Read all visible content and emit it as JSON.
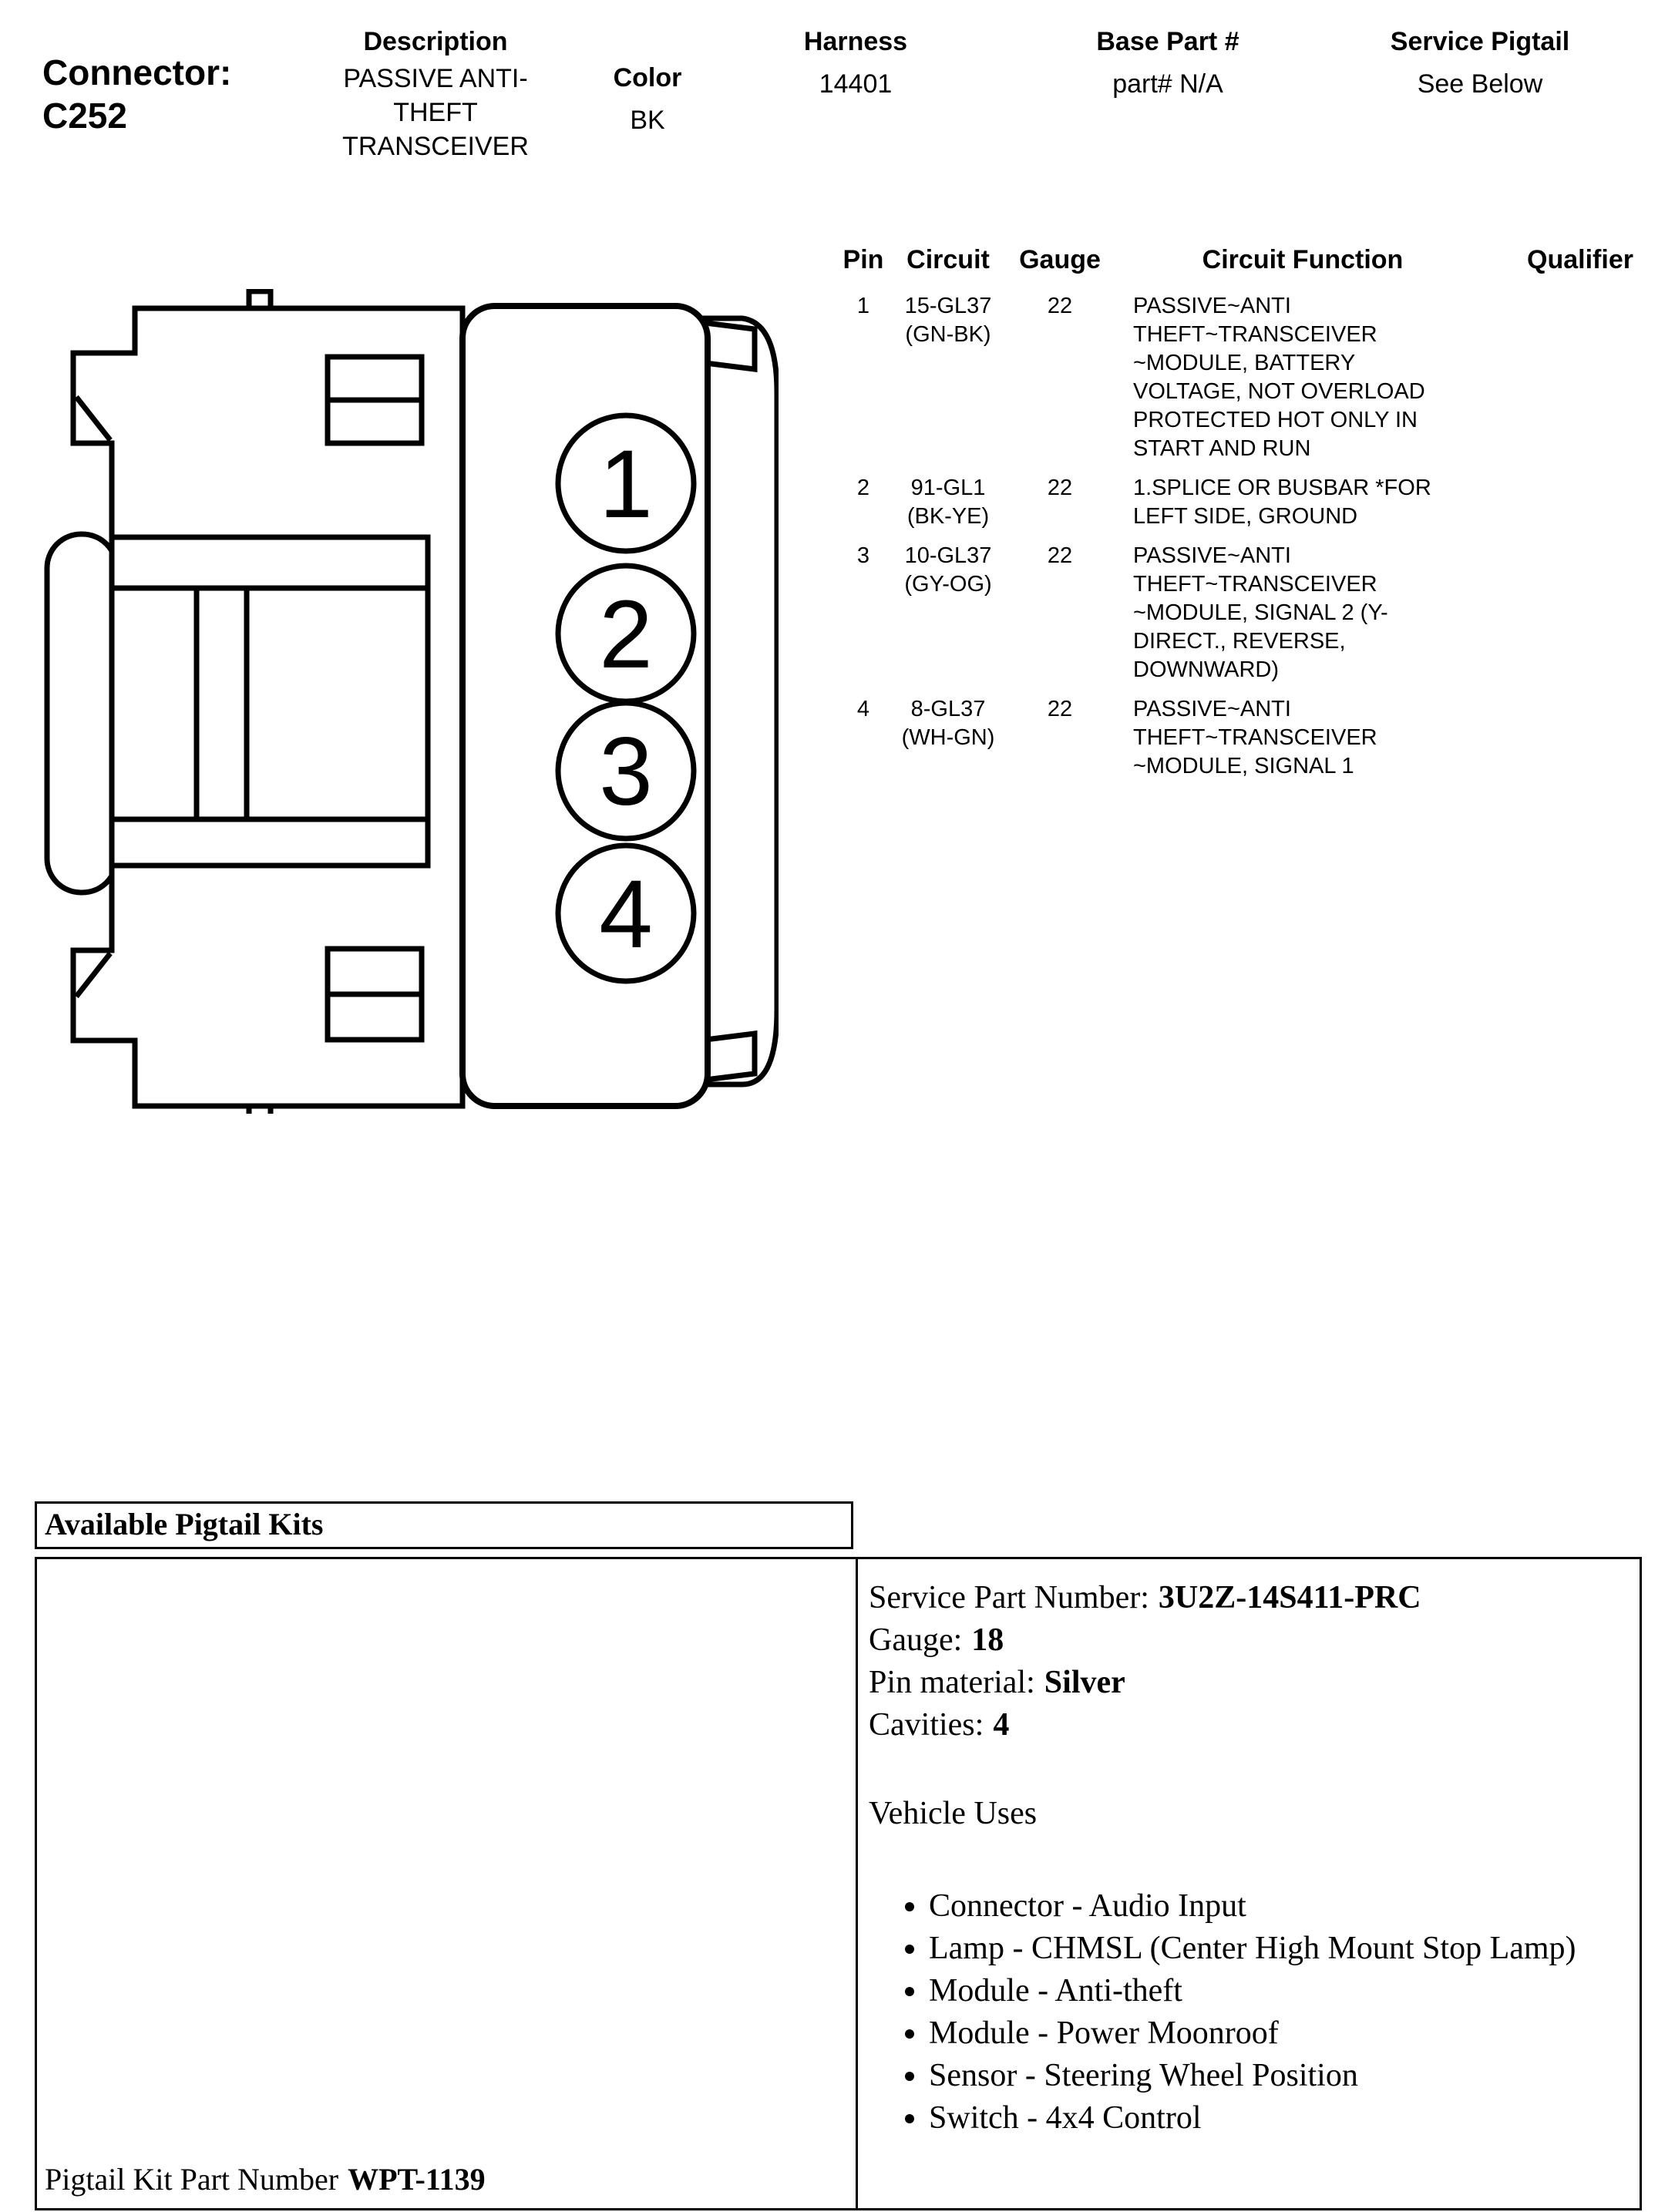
{
  "header": {
    "connector_label": "Connector:",
    "connector_id": "C252",
    "columns": {
      "description": {
        "label": "Description",
        "value": "PASSIVE ANTI-\nTHEFT\nTRANSCEIVER"
      },
      "color": {
        "label": "Color",
        "value": "BK"
      },
      "harness": {
        "label": "Harness",
        "value": "14401"
      },
      "base_part": {
        "label": "Base Part #",
        "value": "part# N/A"
      },
      "service_pigtail": {
        "label": "Service Pigtail",
        "value": "See Below"
      }
    }
  },
  "diagram": {
    "cavity_labels": [
      "1",
      "2",
      "3",
      "4"
    ]
  },
  "pin_table": {
    "headers": {
      "pin": "Pin",
      "circuit": "Circuit",
      "gauge": "Gauge",
      "function": "Circuit Function",
      "qualifier": "Qualifier"
    },
    "rows": [
      {
        "pin": "1",
        "circuit": "15-GL37\n(GN-BK)",
        "gauge": "22",
        "function": "PASSIVE~ANTI\nTHEFT~TRANSCEIVER\n~MODULE, BATTERY\nVOLTAGE, NOT OVERLOAD\nPROTECTED HOT ONLY IN\nSTART AND RUN",
        "qualifier": ""
      },
      {
        "pin": "2",
        "circuit": "91-GL1\n(BK-YE)",
        "gauge": "22",
        "function": "1.SPLICE OR BUSBAR *FOR\nLEFT SIDE, GROUND",
        "qualifier": ""
      },
      {
        "pin": "3",
        "circuit": "10-GL37\n(GY-OG)",
        "gauge": "22",
        "function": "PASSIVE~ANTI\nTHEFT~TRANSCEIVER\n~MODULE, SIGNAL 2 (Y-\nDIRECT., REVERSE,\nDOWNWARD)",
        "qualifier": ""
      },
      {
        "pin": "4",
        "circuit": "8-GL37\n(WH-GN)",
        "gauge": "22",
        "function": "PASSIVE~ANTI\nTHEFT~TRANSCEIVER\n~MODULE, SIGNAL 1",
        "qualifier": ""
      }
    ]
  },
  "pigtail": {
    "title": "Available Pigtail Kits",
    "kit_part_label": "Pigtail Kit Part Number",
    "kit_part_number": "WPT-1139",
    "service_part_label": "Service Part Number:",
    "service_part_number": "3U2Z-14S411-PRC",
    "gauge_label": "Gauge:",
    "gauge_value": "18",
    "pin_material_label": "Pin material:",
    "pin_material_value": "Silver",
    "cavities_label": "Cavities:",
    "cavities_value": "4",
    "vehicle_uses_title": "Vehicle Uses",
    "vehicle_uses": [
      "Connector - Audio Input",
      "Lamp - CHMSL (Center High Mount Stop Lamp)",
      "Module - Anti-theft",
      "Module - Power Moonroof",
      "Sensor - Steering Wheel Position",
      "Switch - 4x4 Control"
    ]
  }
}
